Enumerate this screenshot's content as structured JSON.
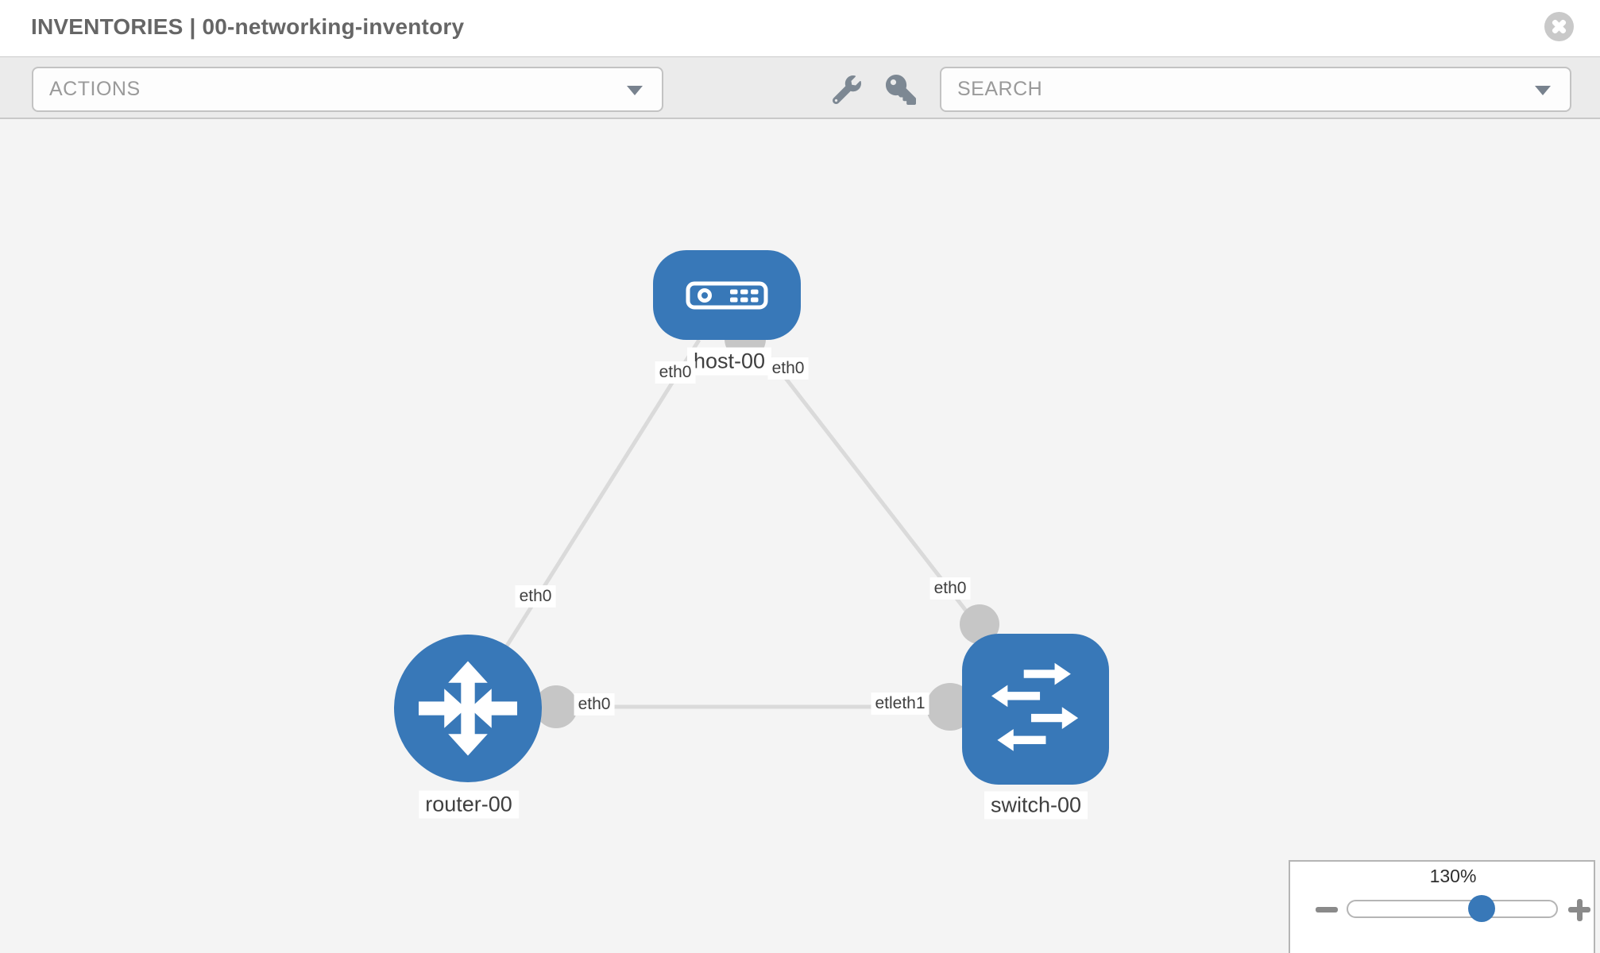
{
  "header": {
    "title": "INVENTORIES | 00-networking-inventory",
    "close_icon": "circle-x-icon"
  },
  "toolbar": {
    "actions_label": "ACTIONS",
    "search_label": "SEARCH",
    "icons": [
      "wrench-icon",
      "key-icon",
      "chevron-down-icon"
    ]
  },
  "topology": {
    "nodes": [
      {
        "id": "host-00",
        "label": "host-00",
        "type": "host",
        "icon": "host-icon"
      },
      {
        "id": "router-00",
        "label": "router-00",
        "type": "router",
        "icon": "router-icon"
      },
      {
        "id": "switch-00",
        "label": "switch-00",
        "type": "switch",
        "icon": "switch-icon"
      }
    ],
    "links": [
      {
        "from": "host-00",
        "to": "router-00"
      },
      {
        "from": "host-00",
        "to": "switch-00"
      },
      {
        "from": "router-00",
        "to": "switch-00"
      }
    ],
    "interface_labels": {
      "host_left": "eth0",
      "host_right": "eth0",
      "router_top": "eth0",
      "switch_top": "eth0",
      "router_mid": "eth0",
      "switch_mid": "etleth1"
    }
  },
  "zoom_control": {
    "level": "130%",
    "icons": [
      "minus-icon",
      "plus-icon"
    ]
  },
  "colors": {
    "node_blue": "#3878b8",
    "link_gray": "#dadada",
    "endpoint_gray": "#c6c6c6",
    "canvas_bg": "#f4f4f4",
    "toolbar_bg": "#ebebeb",
    "label_text": "#3f3f3f",
    "title_text": "#666666"
  }
}
